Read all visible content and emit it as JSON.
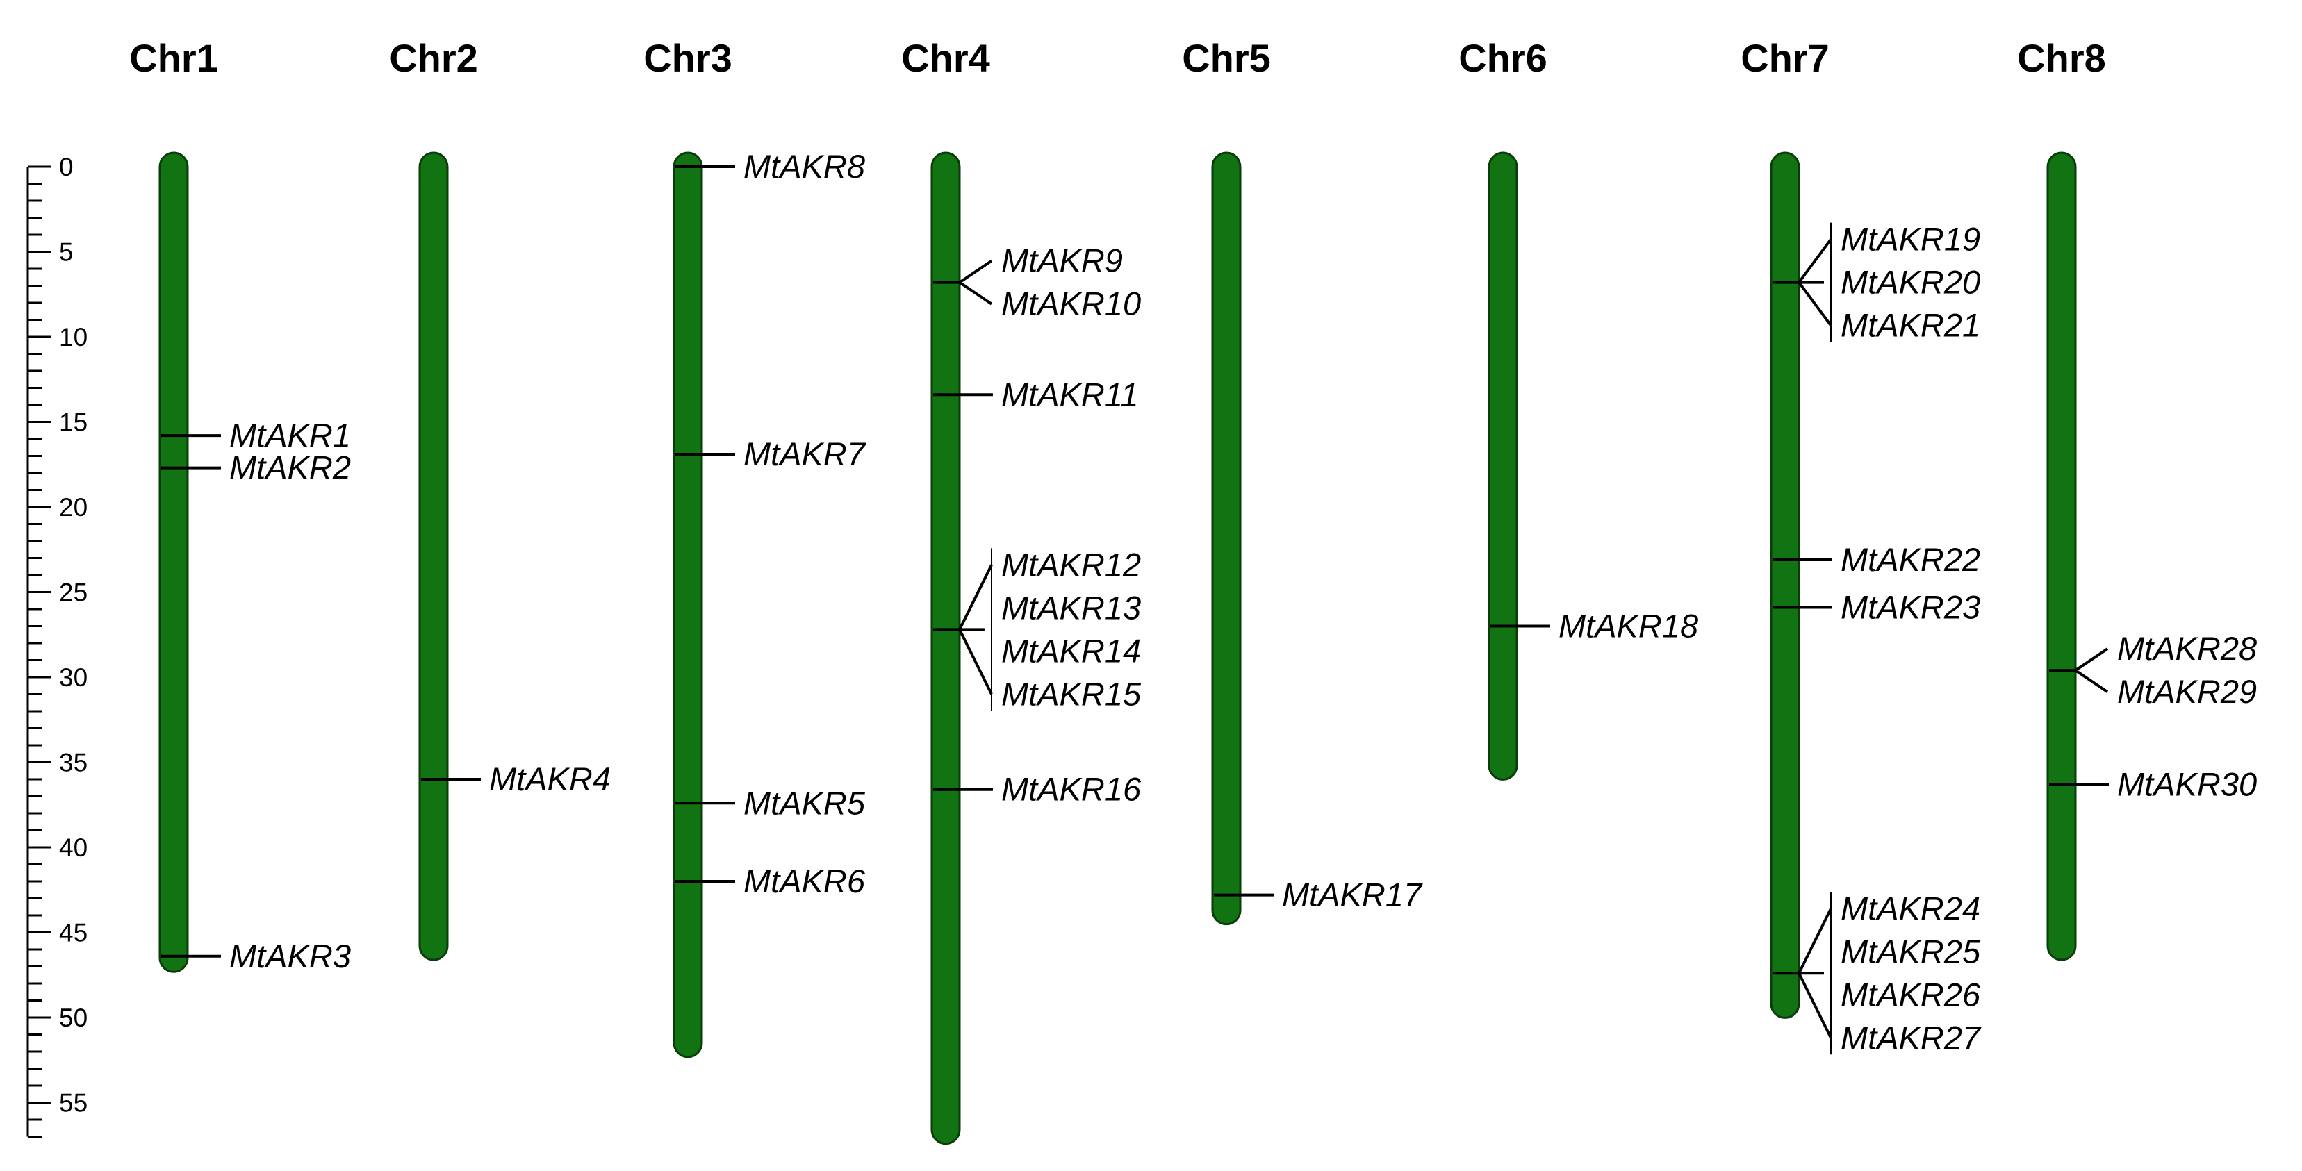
{
  "axis": {
    "ticks": [
      0,
      5,
      10,
      15,
      20,
      25,
      30,
      35,
      40,
      45,
      50,
      55
    ],
    "max": 57
  },
  "colors": {
    "chromosome": "#127312",
    "outline": "#0a3d0a",
    "lines": "#000000"
  },
  "chromosomes": [
    {
      "name": "Chr1",
      "length": 46.5,
      "genes": [
        {
          "label": "MtAKR1",
          "pos": 15.8
        },
        {
          "label": "MtAKR2",
          "pos": 17.7
        },
        {
          "label": "MtAKR3",
          "pos": 46.4
        }
      ]
    },
    {
      "name": "Chr2",
      "length": 45.8,
      "genes": [
        {
          "label": "MtAKR4",
          "pos": 36.0
        }
      ]
    },
    {
      "name": "Chr3",
      "length": 51.5,
      "genes": [
        {
          "label": "MtAKR8",
          "pos": 0.0
        },
        {
          "label": "MtAKR7",
          "pos": 16.9
        },
        {
          "label": "MtAKR5",
          "pos": 37.4
        },
        {
          "label": "MtAKR6",
          "pos": 42.0
        }
      ]
    },
    {
      "name": "Chr4",
      "length": 56.6,
      "genes": [
        {
          "label": "MtAKR9",
          "pos": 6.8
        },
        {
          "label": "MtAKR10",
          "pos": 6.8
        },
        {
          "label": "MtAKR11",
          "pos": 13.4
        },
        {
          "label": "MtAKR12",
          "pos": 27.2
        },
        {
          "label": "MtAKR13",
          "pos": 27.2
        },
        {
          "label": "MtAKR14",
          "pos": 27.2
        },
        {
          "label": "MtAKR15",
          "pos": 27.2
        },
        {
          "label": "MtAKR16",
          "pos": 36.6
        }
      ]
    },
    {
      "name": "Chr5",
      "length": 43.7,
      "genes": [
        {
          "label": "MtAKR17",
          "pos": 42.8
        }
      ]
    },
    {
      "name": "Chr6",
      "length": 35.2,
      "genes": [
        {
          "label": "MtAKR18",
          "pos": 27.0
        }
      ]
    },
    {
      "name": "Chr7",
      "length": 49.2,
      "genes": [
        {
          "label": "MtAKR19",
          "pos": 6.8
        },
        {
          "label": "MtAKR20",
          "pos": 6.8
        },
        {
          "label": "MtAKR21",
          "pos": 6.8
        },
        {
          "label": "MtAKR22",
          "pos": 23.1
        },
        {
          "label": "MtAKR23",
          "pos": 25.9
        },
        {
          "label": "MtAKR24",
          "pos": 47.4
        },
        {
          "label": "MtAKR25",
          "pos": 47.4
        },
        {
          "label": "MtAKR26",
          "pos": 47.4
        },
        {
          "label": "MtAKR27",
          "pos": 47.4
        }
      ]
    },
    {
      "name": "Chr8",
      "length": 45.8,
      "genes": [
        {
          "label": "MtAKR28",
          "pos": 29.6
        },
        {
          "label": "MtAKR29",
          "pos": 29.6
        },
        {
          "label": "MtAKR30",
          "pos": 36.3
        }
      ]
    }
  ]
}
